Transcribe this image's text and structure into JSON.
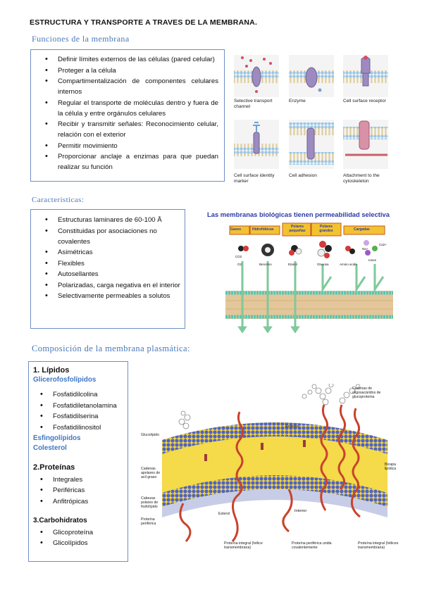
{
  "title": "ESTRUCTURA Y TRANSPORTE A TRAVES DE LA MEMBRANA.",
  "funciones": {
    "heading": "Funciones de la membrana",
    "items": [
      "Definir límites externos de las células (pared celular)",
      "Proteger a la célula",
      "Compartimentalización de componentes celulares internos",
      "Regular el transporte de moléculas dentro y fuera de la célula y entre orgánulos celulares",
      "Recibir y transmitir señales: Reconocimiento celular, relación con el exterior",
      "Permitir movimiento",
      "Proporcionar anclaje a enzimas para que puedan realizar su función"
    ]
  },
  "functions_figure": {
    "labels": [
      "Selective transport channel",
      "Enzyme",
      "Cell surface receptor",
      "Cell surface identity marker",
      "Cell adhesion",
      "Attachment to the cytoskeleton"
    ]
  },
  "caracteristicas": {
    "heading": "Características:",
    "items": [
      "Estructuras laminares de 60-100 Å",
      "Constituidas por asociaciones no covalentes",
      "Asimétricas",
      "Flexibles",
      "Autosellantes",
      "Polarizadas, carga negativa en el interior",
      "Selectivamente permeables a solutos"
    ]
  },
  "permeability_figure": {
    "title": "Las membranas biológicas tienen permeabilidad selectiva",
    "categories": [
      "Gases",
      "Hidrofóbicas",
      "Polares pequeñas",
      "Polares grandes",
      "Cargadas"
    ],
    "molecules": [
      "O2",
      "Benceno",
      "Etanol",
      "Glucosa",
      "Amino acids",
      "Na+",
      "Ca2+",
      "Iones",
      "CO2"
    ]
  },
  "composicion": {
    "heading": "Composición de la membrana plasmática:",
    "lipidos_title": "1. Lípidos",
    "glicero_title": "Glicerofosfolípidos",
    "glicero_items": [
      "Fosfatidilcolina",
      "Fosfatidiletanolamina",
      "Fosfatidilserina",
      "Fosfatidilinositol"
    ],
    "esfingo": "Esfingolípidos",
    "colesterol": "Colesterol",
    "proteinas_title": "2.Proteínas",
    "proteinas_items": [
      "Integrales",
      "Periféricas",
      "Anfitrópicas"
    ],
    "carbo_title": "3.Carbohidratos",
    "carbo_items": [
      "Glicoproteína",
      "Glicolípidos"
    ]
  },
  "membrane_figure": {
    "labels": {
      "cadenas": "Cadenas de oligosacáridos de glucoproteína",
      "glucolipido": "Glucolípido",
      "exterior": "Exterior",
      "colas": "Cadenas apolares de acil graso",
      "cabezas": "Cabezas polares de fosfolípido",
      "proteina_periferica": "Proteína periférica",
      "esterol": "Esterol",
      "interior": "Interior",
      "bicapa": "Bicapa lipídica",
      "integral1": "Proteína integral (hélice transmembrana)",
      "periferica_cov": "Proteína periférica unida covalentemente",
      "integral2": "Proteína integral (hélices transmembrana)"
    }
  }
}
